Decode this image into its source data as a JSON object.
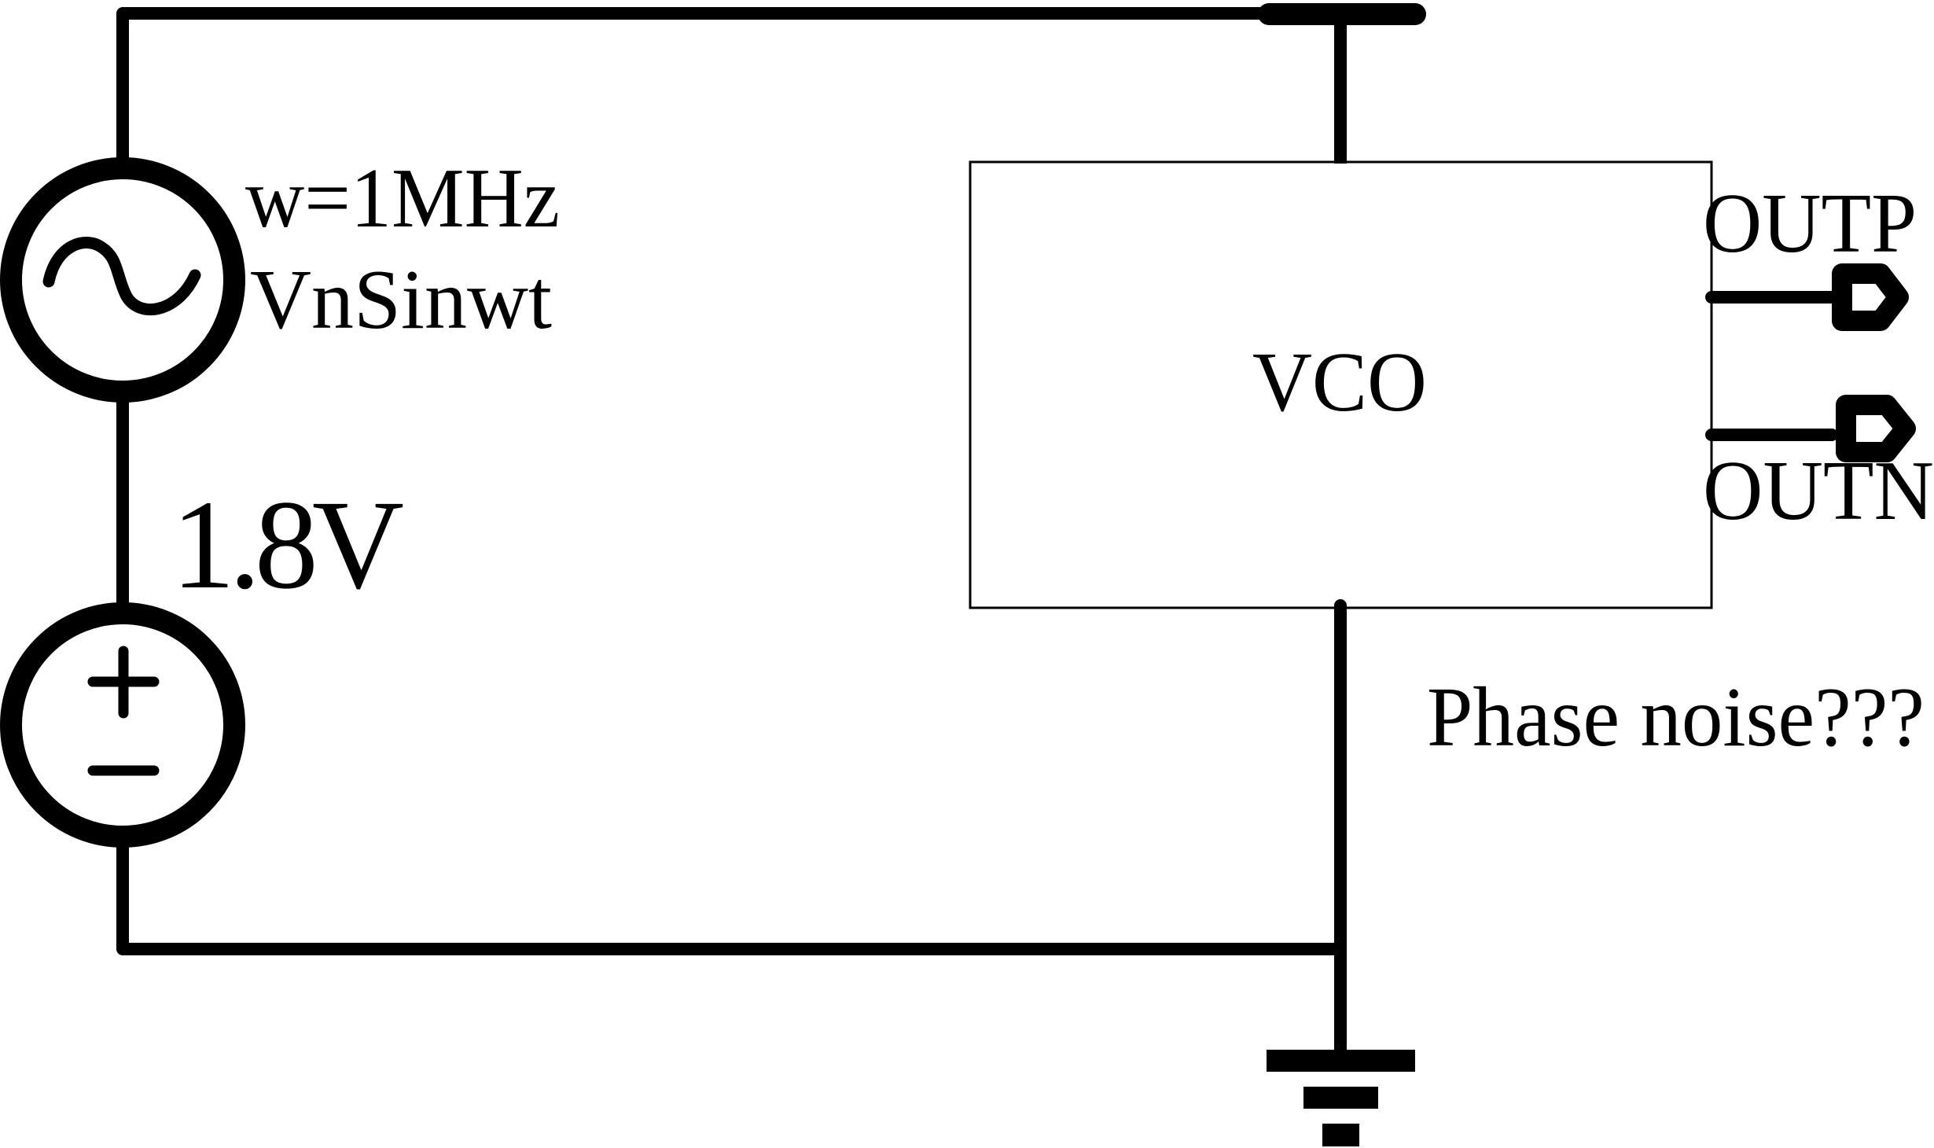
{
  "diagram": {
    "title": "VCO supply noise phase-noise test circuit",
    "ac_source": {
      "label_frequency": "w=1MHz",
      "label_expression": "VnSinwt",
      "icon": "ac-sine-source-icon"
    },
    "dc_source": {
      "label_voltage": "1.8V",
      "icon": "dc-voltage-source-icon",
      "plus_symbol": "+",
      "minus_symbol": "−"
    },
    "vco": {
      "label": "VCO"
    },
    "outputs": [
      {
        "label": "OUTP",
        "icon": "output-pin-icon"
      },
      {
        "label": "OUTN",
        "icon": "output-pin-icon"
      }
    ],
    "supply_node": {
      "icon": "supply-bar-icon"
    },
    "ground": {
      "icon": "ground-icon"
    },
    "annotation": "Phase noise???",
    "colors": {
      "stroke": "#000000",
      "background": "#ffffff"
    }
  }
}
